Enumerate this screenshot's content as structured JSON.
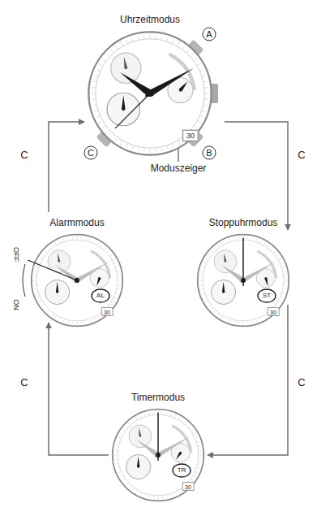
{
  "diagram": {
    "nodes": [
      {
        "text": [
          "Uhrzeitmodus"
        ]
      },
      {
        "text": [
          "Alarmmodus"
        ]
      },
      {
        "text": [
          "Stoppuhrmodus"
        ]
      },
      {
        "text": [
          "Timermodus"
        ]
      }
    ],
    "edges": [
      {
        "from": 0,
        "to": 2,
        "arrow": "to",
        "label": "C"
      },
      {
        "from": 2,
        "to": 3,
        "arrow": "to",
        "label": "C"
      },
      {
        "from": 3,
        "to": 1,
        "arrow": "to",
        "label": "C"
      },
      {
        "from": 1,
        "to": 0,
        "arrow": "to",
        "label": "C"
      }
    ],
    "labels": [
      "A",
      "B",
      "C",
      "Moduszeiger",
      "30",
      "OFF",
      "ON",
      "AL",
      "30",
      "ST",
      "30",
      "TR",
      "30"
    ]
  }
}
